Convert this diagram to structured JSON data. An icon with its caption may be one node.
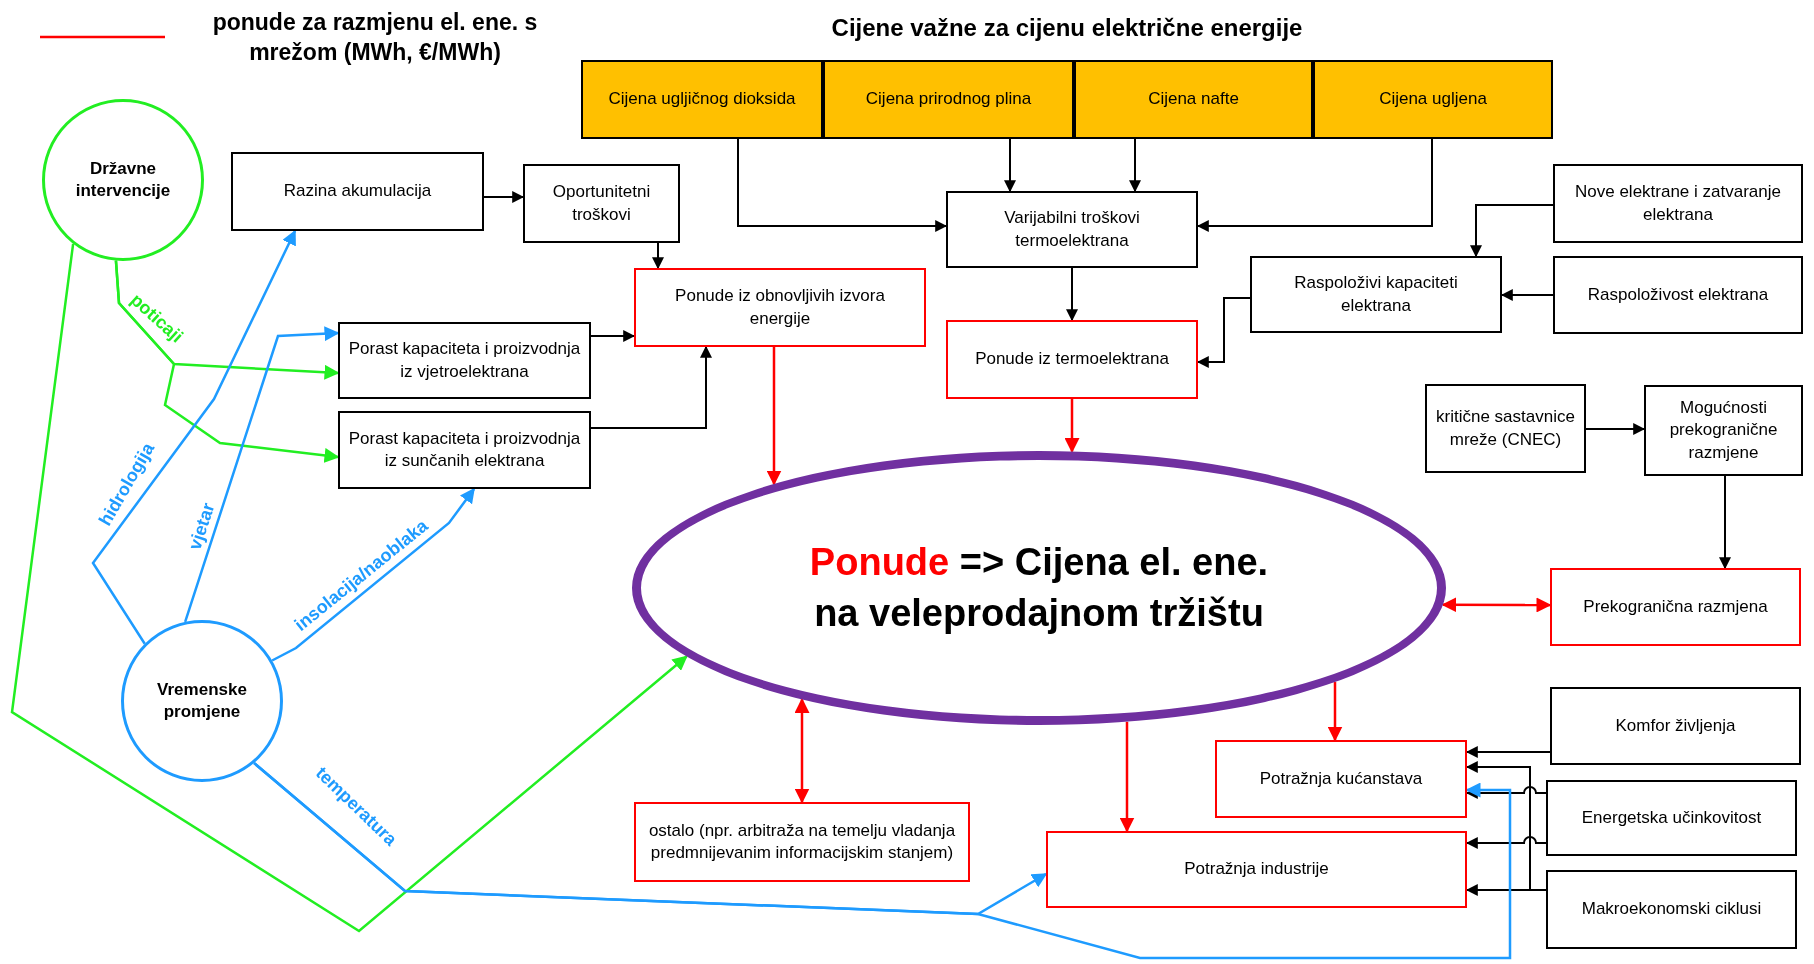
{
  "diagram": {
    "title": "Cijene važne za cijenu električne energije",
    "nodes": [
      {
        "text": [
          "Cijena ugljičnog dioksida"
        ]
      },
      {
        "text": [
          "Cijena prirodnog plina"
        ]
      },
      {
        "text": [
          "Cijena nafte"
        ]
      },
      {
        "text": [
          "Cijena ugljena"
        ]
      },
      {
        "text": [
          "Državne intervencije"
        ]
      },
      {
        "text": [
          "Razina akumulacija"
        ]
      },
      {
        "text": [
          "Oportunitetni troškovi"
        ]
      },
      {
        "text": [
          "Varijabilni troškovi termoelektrana"
        ]
      },
      {
        "text": [
          "Nove elektrane i zatvaranje elektrana"
        ]
      },
      {
        "text": [
          "Ponude iz obnovljivih izvora energije"
        ]
      },
      {
        "text": [
          "Raspoloživi kapaciteti elektrana"
        ]
      },
      {
        "text": [
          "Raspoloživost elektrana"
        ]
      },
      {
        "text": [
          "Porast kapaciteta i proizvodnja iz vjetroelektrana"
        ]
      },
      {
        "text": [
          "Ponude iz termoelektrana"
        ]
      },
      {
        "text": [
          "Porast kapaciteta i proizvodnja iz sunčanih elektrana"
        ]
      },
      {
        "text": [
          "kritične sastavnice mreže (CNEC)"
        ]
      },
      {
        "text": [
          "Mogućnosti prekogranične razmjene"
        ]
      },
      {
        "text": [
          "Ponude",
          "=> Cijena el. ene. na veleprodajnom tržištu"
        ]
      },
      {
        "text": [
          "Prekogranična razmjena"
        ]
      },
      {
        "text": [
          "Vremenske promjene"
        ]
      },
      {
        "text": [
          "Komfor življenja"
        ]
      },
      {
        "text": [
          "Potražnja kućanstava"
        ]
      },
      {
        "text": [
          "ostalo (npr. arbitraža na temelju vladanja predmnijevanim informacijskim stanjem)"
        ]
      },
      {
        "text": [
          "Energetska učinkovitost"
        ]
      },
      {
        "text": [
          "Potražnja industrije"
        ]
      },
      {
        "text": [
          "Makroekonomski ciklusi"
        ]
      }
    ],
    "edges": [
      {
        "from": 5,
        "to": 6,
        "arrow": "to"
      },
      {
        "from": 6,
        "to": 9,
        "arrow": "to"
      },
      {
        "from": 12,
        "to": 9,
        "arrow": "to"
      },
      {
        "from": 14,
        "to": 9,
        "arrow": "to"
      },
      {
        "from": 0,
        "to": 7,
        "arrow": "to"
      },
      {
        "from": 1,
        "to": 7,
        "arrow": "to"
      },
      {
        "from": 2,
        "to": 7,
        "arrow": "to"
      },
      {
        "from": 3,
        "to": 7,
        "arrow": "to"
      },
      {
        "from": 7,
        "to": 13,
        "arrow": "to"
      },
      {
        "from": 8,
        "to": 10,
        "arrow": "to"
      },
      {
        "from": 11,
        "to": 10,
        "arrow": "to"
      },
      {
        "from": 10,
        "to": 13,
        "arrow": "to"
      },
      {
        "from": 15,
        "to": 16,
        "arrow": "to"
      },
      {
        "from": 16,
        "to": 18,
        "arrow": "to"
      },
      {
        "from": 9,
        "to": 17,
        "arrow": "to",
        "color": "#ff0000"
      },
      {
        "from": 13,
        "to": 17,
        "arrow": "to",
        "color": "#ff0000"
      },
      {
        "from": 17,
        "to": 18,
        "arrow": "both",
        "color": "#ff0000"
      },
      {
        "from": 17,
        "to": 22,
        "arrow": "both",
        "color": "#ff0000"
      },
      {
        "from": 17,
        "to": 21,
        "arrow": "to",
        "color": "#ff0000"
      },
      {
        "from": 17,
        "to": 24,
        "arrow": "to",
        "color": "#ff0000"
      },
      {
        "from": 20,
        "to": 21,
        "arrow": "to"
      },
      {
        "from": 23,
        "to": 21,
        "arrow": "to"
      },
      {
        "from": 23,
        "to": 24,
        "arrow": "to"
      },
      {
        "from": 25,
        "to": 21,
        "arrow": "to"
      },
      {
        "from": 25,
        "to": 24,
        "arrow": "to"
      },
      {
        "from": 4,
        "to": 12,
        "arrow": "to",
        "label": "poticaji",
        "color": "#22ee22"
      },
      {
        "from": 4,
        "to": 14,
        "arrow": "to",
        "color": "#22ee22"
      },
      {
        "from": 4,
        "to": 17,
        "arrow": "to",
        "color": "#22ee22"
      },
      {
        "from": 19,
        "to": 5,
        "arrow": "to",
        "label": "hidrologija",
        "color": "#1e9bff"
      },
      {
        "from": 19,
        "to": 12,
        "arrow": "to",
        "label": "vjetar",
        "color": "#1e9bff"
      },
      {
        "from": 19,
        "to": 14,
        "arrow": "to",
        "label": "insolacija/naoblaka",
        "color": "#1e9bff"
      },
      {
        "from": 19,
        "to": 24,
        "arrow": "to",
        "label": "temperatura",
        "color": "#1e9bff"
      },
      {
        "from": 19,
        "to": 21,
        "arrow": "to",
        "color": "#1e9bff"
      }
    ],
    "legend": [
      {
        "text": "ponude za razmjenu el. ene. s mrežom (MWh, €/MWh)"
      }
    ]
  }
}
